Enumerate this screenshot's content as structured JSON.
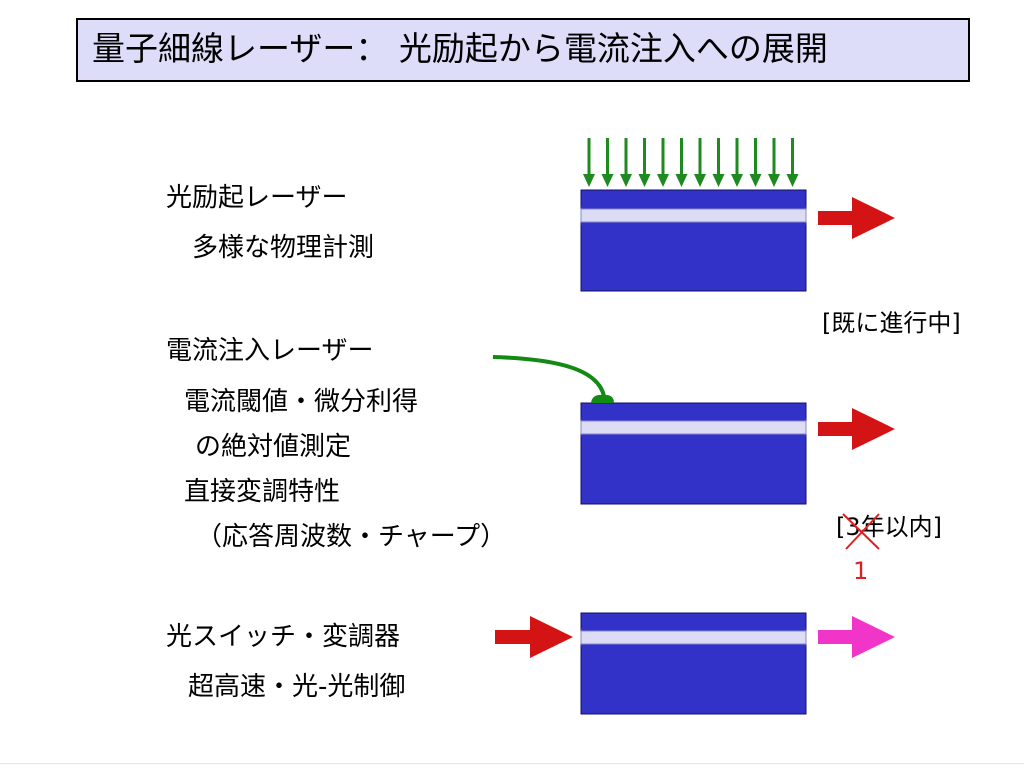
{
  "title": "量子細線レーザー：  光励起から電流注入への展開",
  "sections": {
    "optical": {
      "heading": "光励起レーザー",
      "sub": "多様な物理計測",
      "status": "[既に進行中]"
    },
    "current": {
      "heading": "電流注入レーザー",
      "lines": [
        "電流閾値・微分利得",
        "の絶対値測定",
        "直接変調特性",
        "（応答周波数・チャープ）"
      ],
      "status_open": "[",
      "status_struck_digit": "3",
      "status_rest": "年以内]",
      "status_correction": "1"
    },
    "switch": {
      "heading": "光スイッチ・変調器",
      "sub": "超高速・光-光制御"
    }
  },
  "colors": {
    "title_bg": "#ddddfa",
    "substrate": "#3232c8",
    "wire_layer": "#dcdcf5",
    "pump_arrow": "#1f8a1f",
    "output_arrow": "#d41414",
    "switched_arrow": "#f035c8",
    "contact": "#138a13",
    "strike": "#e02020"
  },
  "icons": {
    "pump": "down-arrow-icon",
    "output": "right-arrow-icon",
    "input": "right-arrow-icon",
    "wire": "curved-wire-icon"
  }
}
